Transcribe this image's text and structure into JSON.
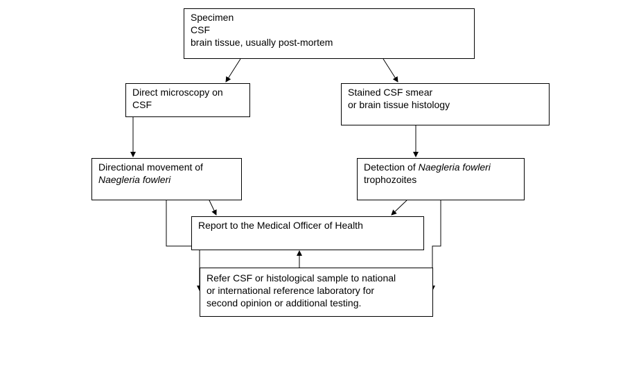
{
  "nodes": {
    "specimen": {
      "lines": [
        "Specimen",
        "CSF",
        "brain tissue, usually post-mortem"
      ]
    },
    "direct_microscopy": {
      "lines": [
        "Direct microscopy on",
        "CSF"
      ]
    },
    "stained_smear": {
      "lines": [
        "Stained CSF smear",
        "or brain tissue histology"
      ]
    },
    "directional_movement": {
      "line1": "Directional movement of",
      "organism": "Naegleria fowleri"
    },
    "detection": {
      "prefix": "Detection of ",
      "organism": "Naegleria fowleri",
      "line2": "trophozoites"
    },
    "report": {
      "lines": [
        "Report to the Medical Officer of Health"
      ]
    },
    "refer": {
      "lines": [
        "Refer CSF or histological sample to national",
        "or international reference laboratory for",
        "second opinion or additional testing."
      ]
    }
  }
}
